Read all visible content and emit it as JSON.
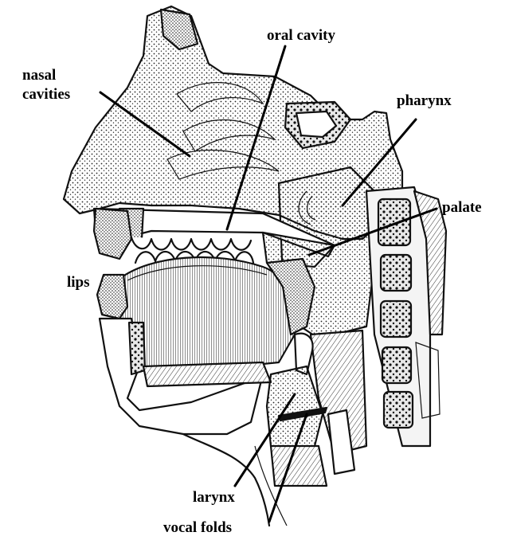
{
  "labels": {
    "oral_cavity": "oral cavity",
    "nasal_line1": "nasal",
    "nasal_line2": "cavities",
    "pharynx": "pharynx",
    "palate": "palate",
    "lips": "lips",
    "larynx": "larynx",
    "vocal_folds": "vocal folds"
  },
  "colors": {
    "ink": "#111111",
    "paper": "#ffffff",
    "stipple": "#2a2a2a",
    "bone": "#bdbdbd"
  }
}
